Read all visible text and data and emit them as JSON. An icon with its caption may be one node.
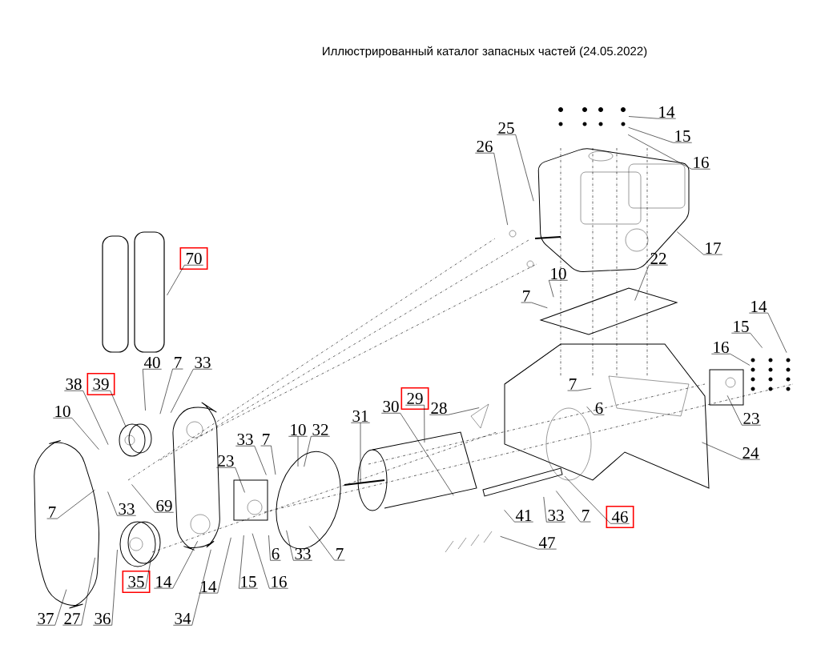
{
  "diagram": {
    "title": "Иллюстрированный каталог запасных частей (24.05.2022)",
    "nodes": [
      {
        "text": [
          "14"
        ]
      },
      {
        "text": [
          "15"
        ]
      },
      {
        "text": [
          "16"
        ]
      },
      {
        "text": [
          "25"
        ]
      },
      {
        "text": [
          "26"
        ]
      },
      {
        "text": [
          "17"
        ]
      },
      {
        "text": [
          "22"
        ]
      },
      {
        "text": [
          "10"
        ]
      },
      {
        "text": [
          "7"
        ]
      },
      {
        "text": [
          "70"
        ]
      },
      {
        "text": [
          "14"
        ]
      },
      {
        "text": [
          "15"
        ]
      },
      {
        "text": [
          "16"
        ]
      },
      {
        "text": [
          "40"
        ]
      },
      {
        "text": [
          "7"
        ]
      },
      {
        "text": [
          "33"
        ]
      },
      {
        "text": [
          "38"
        ]
      },
      {
        "text": [
          "39"
        ]
      },
      {
        "text": [
          "28"
        ]
      },
      {
        "text": [
          "29"
        ]
      },
      {
        "text": [
          "7"
        ]
      },
      {
        "text": [
          "6"
        ]
      },
      {
        "text": [
          "30"
        ]
      },
      {
        "text": [
          "31"
        ]
      },
      {
        "text": [
          "23"
        ]
      },
      {
        "text": [
          "24"
        ]
      },
      {
        "text": [
          "10"
        ]
      },
      {
        "text": [
          "33"
        ]
      },
      {
        "text": [
          "7"
        ]
      },
      {
        "text": [
          "10"
        ]
      },
      {
        "text": [
          "32"
        ]
      },
      {
        "text": [
          "23"
        ]
      },
      {
        "text": [
          "7"
        ]
      },
      {
        "text": [
          "33"
        ]
      },
      {
        "text": [
          "69"
        ]
      },
      {
        "text": [
          "41"
        ]
      },
      {
        "text": [
          "33"
        ]
      },
      {
        "text": [
          "7"
        ]
      },
      {
        "text": [
          "46"
        ]
      },
      {
        "text": [
          "47"
        ]
      },
      {
        "text": [
          "6"
        ]
      },
      {
        "text": [
          "33"
        ]
      },
      {
        "text": [
          "7"
        ]
      },
      {
        "text": [
          "35"
        ]
      },
      {
        "text": [
          "14"
        ]
      },
      {
        "text": [
          "14"
        ]
      },
      {
        "text": [
          "15"
        ]
      },
      {
        "text": [
          "16"
        ]
      },
      {
        "text": [
          "37"
        ]
      },
      {
        "text": [
          "27"
        ]
      },
      {
        "text": [
          "36"
        ]
      },
      {
        "text": [
          "34"
        ]
      }
    ],
    "edges": [
      {
        "from": 0,
        "to": null,
        "arrow": "none"
      },
      {
        "from": 1,
        "to": null,
        "arrow": "none"
      },
      {
        "from": 2,
        "to": null,
        "arrow": "none"
      },
      {
        "from": 3,
        "to": null,
        "arrow": "none"
      },
      {
        "from": 4,
        "to": null,
        "arrow": "none"
      },
      {
        "from": 5,
        "to": null,
        "arrow": "none"
      },
      {
        "from": 6,
        "to": null,
        "arrow": "none"
      },
      {
        "from": 7,
        "to": null,
        "arrow": "none"
      },
      {
        "from": 8,
        "to": null,
        "arrow": "none"
      },
      {
        "from": 9,
        "to": null,
        "arrow": "none"
      },
      {
        "from": 10,
        "to": null,
        "arrow": "none"
      },
      {
        "from": 11,
        "to": null,
        "arrow": "none"
      },
      {
        "from": 12,
        "to": null,
        "arrow": "none"
      },
      {
        "from": 13,
        "to": null,
        "arrow": "none"
      },
      {
        "from": 14,
        "to": null,
        "arrow": "none"
      },
      {
        "from": 15,
        "to": null,
        "arrow": "none"
      },
      {
        "from": 16,
        "to": null,
        "arrow": "none"
      },
      {
        "from": 17,
        "to": null,
        "arrow": "none"
      },
      {
        "from": 18,
        "to": null,
        "arrow": "none"
      },
      {
        "from": 19,
        "to": null,
        "arrow": "none"
      },
      {
        "from": 20,
        "to": null,
        "arrow": "none"
      },
      {
        "from": 21,
        "to": null,
        "arrow": "none"
      },
      {
        "from": 22,
        "to": null,
        "arrow": "none"
      },
      {
        "from": 23,
        "to": null,
        "arrow": "none"
      },
      {
        "from": 24,
        "to": null,
        "arrow": "none"
      },
      {
        "from": 25,
        "to": null,
        "arrow": "none"
      },
      {
        "from": 26,
        "to": null,
        "arrow": "none"
      },
      {
        "from": 27,
        "to": null,
        "arrow": "none"
      },
      {
        "from": 28,
        "to": null,
        "arrow": "none"
      },
      {
        "from": 29,
        "to": null,
        "arrow": "none"
      },
      {
        "from": 30,
        "to": null,
        "arrow": "none"
      },
      {
        "from": 31,
        "to": null,
        "arrow": "none"
      },
      {
        "from": 32,
        "to": null,
        "arrow": "none"
      },
      {
        "from": 33,
        "to": null,
        "arrow": "none"
      },
      {
        "from": 34,
        "to": null,
        "arrow": "none"
      },
      {
        "from": 35,
        "to": null,
        "arrow": "none"
      },
      {
        "from": 36,
        "to": null,
        "arrow": "none"
      },
      {
        "from": 37,
        "to": null,
        "arrow": "none"
      },
      {
        "from": 38,
        "to": null,
        "arrow": "none"
      },
      {
        "from": 39,
        "to": null,
        "arrow": "none"
      },
      {
        "from": 40,
        "to": null,
        "arrow": "none"
      },
      {
        "from": 41,
        "to": null,
        "arrow": "none"
      },
      {
        "from": 42,
        "to": null,
        "arrow": "none"
      },
      {
        "from": 43,
        "to": null,
        "arrow": "none"
      },
      {
        "from": 44,
        "to": null,
        "arrow": "none"
      },
      {
        "from": 45,
        "to": null,
        "arrow": "none"
      },
      {
        "from": 46,
        "to": null,
        "arrow": "none"
      },
      {
        "from": 47,
        "to": null,
        "arrow": "none"
      },
      {
        "from": 48,
        "to": null,
        "arrow": "none"
      },
      {
        "from": 49,
        "to": null,
        "arrow": "none"
      },
      {
        "from": 50,
        "to": null,
        "arrow": "none"
      },
      {
        "from": 51,
        "to": null,
        "arrow": "none"
      }
    ]
  }
}
